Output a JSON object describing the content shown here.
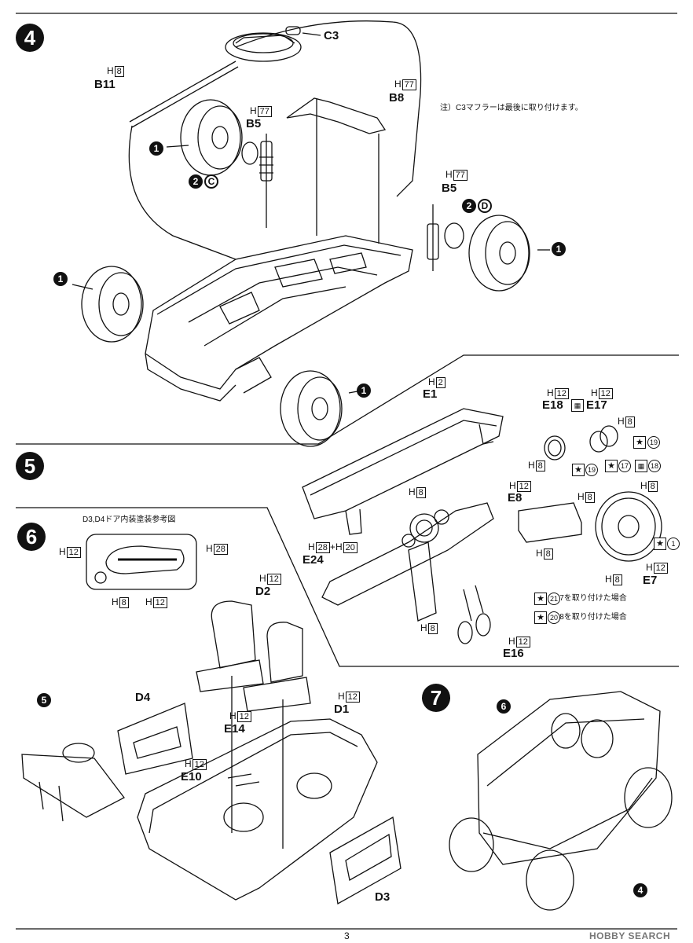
{
  "steps": {
    "s4": "4",
    "s5": "5",
    "s6": "6",
    "s7": "7"
  },
  "note_c3": "注）C3マフラーは最後に取り付けます。",
  "note_d3d4": "D3,D4ドア内装塗装参考図",
  "note_e17": "E17を取り付けた場合",
  "note_e18": "E18を取り付けた場合",
  "page_number": "3",
  "watermark": "HOBBY SEARCH",
  "parts": {
    "c3": "C3",
    "b11": "B11",
    "b8": "B8",
    "b5a": "B5",
    "b5b": "B5",
    "e1": "E1",
    "e18": "E18",
    "e17": "E17",
    "e8": "E8",
    "e24": "E24",
    "e7": "E7",
    "e16": "E16",
    "d2": "D2",
    "d1": "D1",
    "d4": "D4",
    "e14": "E14",
    "e10": "E10",
    "d3": "D3"
  },
  "h_prefix": "H",
  "plus": "+",
  "colors": {
    "b11": "8",
    "b8": "77",
    "b5a": "77",
    "b5b": "77",
    "e1": "2",
    "e18": "12",
    "e17": "12",
    "e18_ring": "8",
    "e17_ring": "8",
    "e8": "12",
    "e8_mid": "8",
    "e8_side": "8",
    "e8_bottom": "8",
    "dash_top": "8",
    "e24_a": "28",
    "e24_b": "20",
    "dash_bottom": "8",
    "e7_top": "8",
    "e7_bottom": "8",
    "e7": "12",
    "e16": "12",
    "door_left": "12",
    "door_right": "28",
    "door_bot1": "8",
    "door_bot2": "12",
    "d2": "12",
    "d1": "12",
    "e14": "12",
    "e10": "12"
  },
  "callouts": {
    "wheel": "1",
    "susp": "2",
    "c_mark": "C",
    "d_mark": "D",
    "step5": "5",
    "step6": "6",
    "step4": "4",
    "dec19a": "19",
    "dec19b": "19",
    "dec17": "17",
    "dec18": "18",
    "dec1": "1",
    "dec21": "21",
    "dec20": "20"
  },
  "icons": {
    "star": "star-icon",
    "check": "checker-icon"
  }
}
